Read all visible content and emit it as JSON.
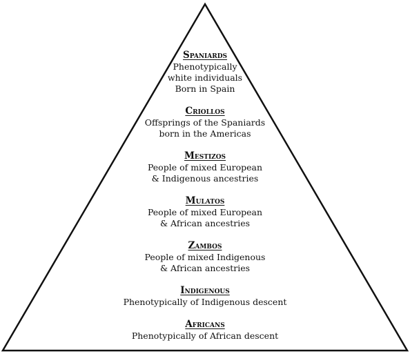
{
  "pyramid": {
    "stroke_color": "#111111",
    "fill_color": "#ffffff",
    "tiers": [
      {
        "title": "Spaniards",
        "lines": [
          "Phenotypically",
          "white individuals",
          "Born in Spain"
        ]
      },
      {
        "title": "Criollos",
        "lines": [
          "Offsprings of the Spaniards",
          "born in the Americas"
        ]
      },
      {
        "title": "Mestizos",
        "lines": [
          "People of mixed European",
          "& Indigenous ancestries"
        ]
      },
      {
        "title": "Mulatos",
        "lines": [
          "People of mixed European",
          "& African ancestries"
        ]
      },
      {
        "title": "Zambos",
        "lines": [
          "People of mixed Indigenous",
          "& African ancestries"
        ]
      },
      {
        "title": "Indigenous",
        "lines": [
          "Phenotypically of Indigenous descent"
        ]
      },
      {
        "title": "Africans",
        "lines": [
          "Phenotypically of African descent"
        ]
      }
    ]
  }
}
